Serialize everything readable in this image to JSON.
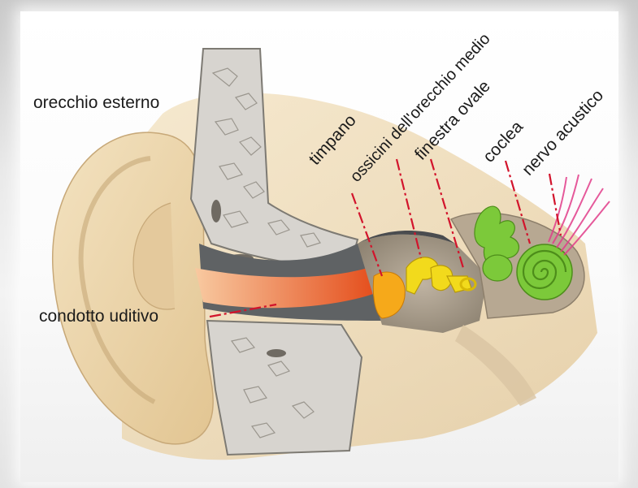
{
  "labels": {
    "outer_ear": "orecchio esterno",
    "ear_canal": "condotto uditivo",
    "eardrum": "timpano",
    "ossicles": "ossicini dell'orecchio medio",
    "oval_window": "finestra ovale",
    "cochlea": "coclea",
    "acoustic_nerve": "nervo acustico"
  },
  "colors": {
    "leader_line": "#d2142c",
    "skin": "#efd8ae",
    "cochlea": "#7cc93a",
    "ossicles": "#f2da1c",
    "eardrum": "#f6a91a",
    "canal": "#e9531f",
    "nerve": "#e23d8a"
  }
}
